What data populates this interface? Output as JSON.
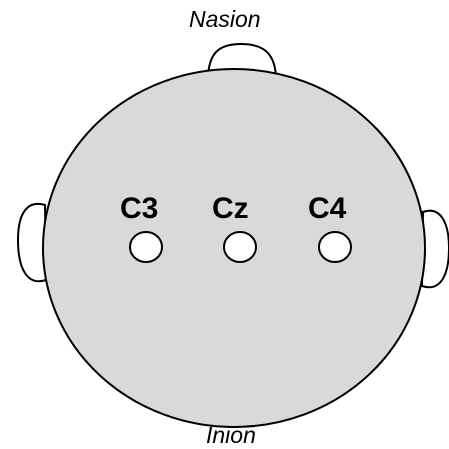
{
  "landmarks": {
    "top": "Nasion",
    "bottom": "Inion"
  },
  "electrodes": [
    {
      "label": "C3"
    },
    {
      "label": "Cz"
    },
    {
      "label": "C4"
    }
  ],
  "colors": {
    "head_fill": "#d9d9d9",
    "outline": "#000000",
    "electrode_fill": "#ffffff",
    "background": "#ffffff"
  }
}
